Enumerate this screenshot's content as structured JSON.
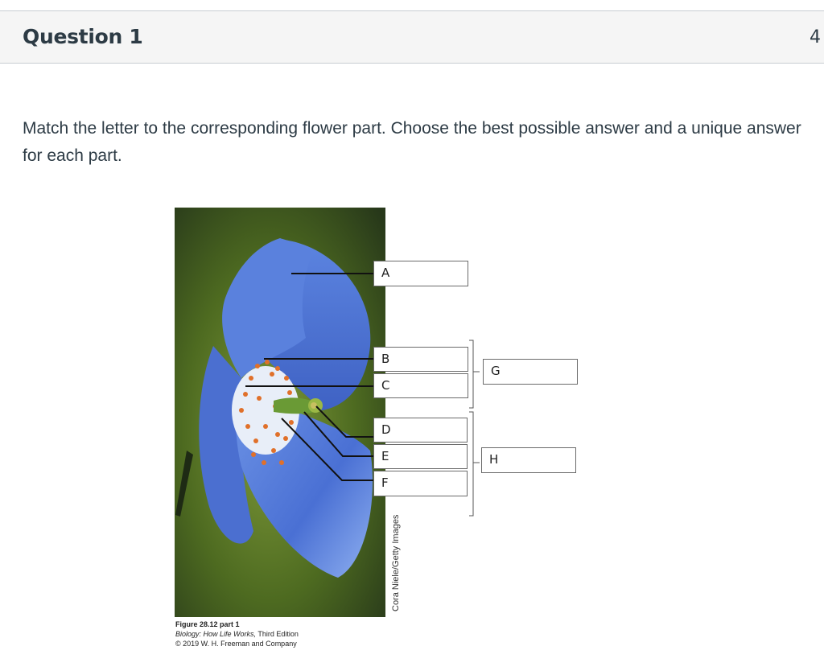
{
  "question": {
    "title": "Question 1",
    "points": "4",
    "text": "Match the letter to the corresponding flower part.  Choose the best possible answer and a unique answer for each part."
  },
  "figure": {
    "photo_credit": "Cora Niele/Getty Images",
    "labels": [
      "A",
      "B",
      "C",
      "D",
      "E",
      "F",
      "G",
      "H"
    ],
    "caption": {
      "title": "Figure 28.12 part 1",
      "book_title": "Biology: How Life Works,",
      "edition": " Third Edition",
      "copyright": "© 2019 W. H. Freeman and Company"
    }
  }
}
